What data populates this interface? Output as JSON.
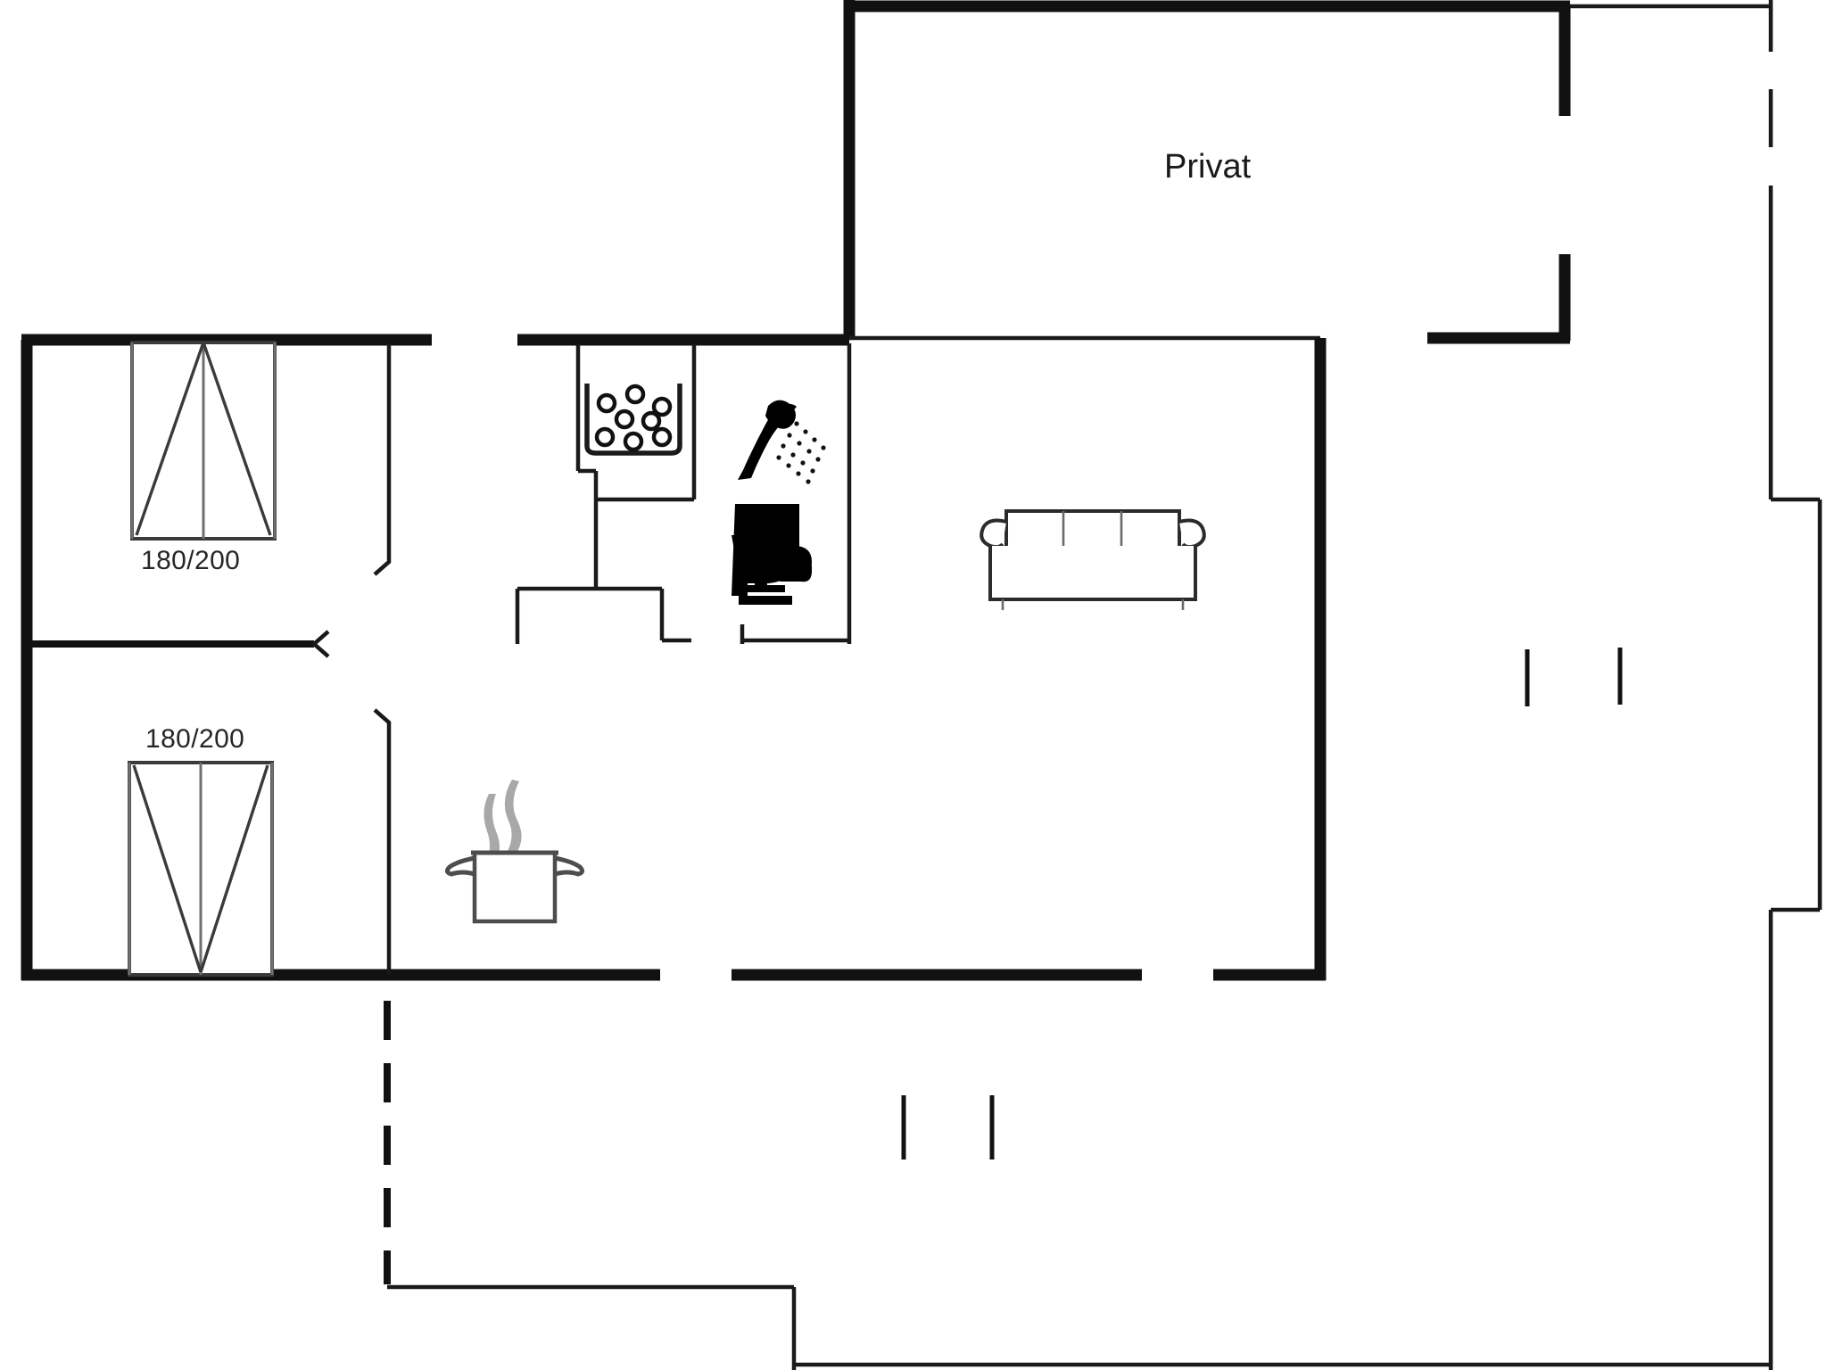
{
  "plan": {
    "type": "floor-plan",
    "title": "Holiday house floor plan",
    "background_color": "#ffffff",
    "line_color": "#111111"
  },
  "rooms": [
    {
      "id": "bedroom-upper",
      "label": "",
      "bed": {
        "dimension_label": "180/200",
        "orientation": "headboard-top"
      }
    },
    {
      "id": "bedroom-lower",
      "label": "",
      "bed": {
        "dimension_label": "180/200",
        "orientation": "headboard-bottom"
      }
    },
    {
      "id": "bathroom",
      "label": "",
      "fixtures": [
        "washing-machine-icon",
        "shower-icon",
        "toilet-icon"
      ]
    },
    {
      "id": "kitchen-living",
      "label": "",
      "fixtures": [
        "cooking-pot-icon",
        "sofa-icon"
      ]
    },
    {
      "id": "private-area",
      "label": "Privat",
      "fixtures": []
    },
    {
      "id": "terrace",
      "label": "",
      "fixtures": [
        "step-marks"
      ]
    }
  ],
  "labels": {
    "private_room": "Privat",
    "bed_upper_dimension": "180/200",
    "bed_lower_dimension": "180/200"
  },
  "icons": {
    "washing_machine": "washing-machine-icon",
    "shower": "shower-icon",
    "toilet": "toilet-icon",
    "cooking_pot": "cooking-pot-icon",
    "sofa": "sofa-icon",
    "bed": "bed-icon",
    "door_swing": "door-swing-icon",
    "step": "step-mark-icon"
  },
  "colors": {
    "wall": "#111111",
    "thin_wall": "#1a1a1a",
    "text": "#1a1a1a",
    "steam": "#a8a8a8",
    "bed_outline": "#3a3a3a",
    "background": "#ffffff"
  }
}
